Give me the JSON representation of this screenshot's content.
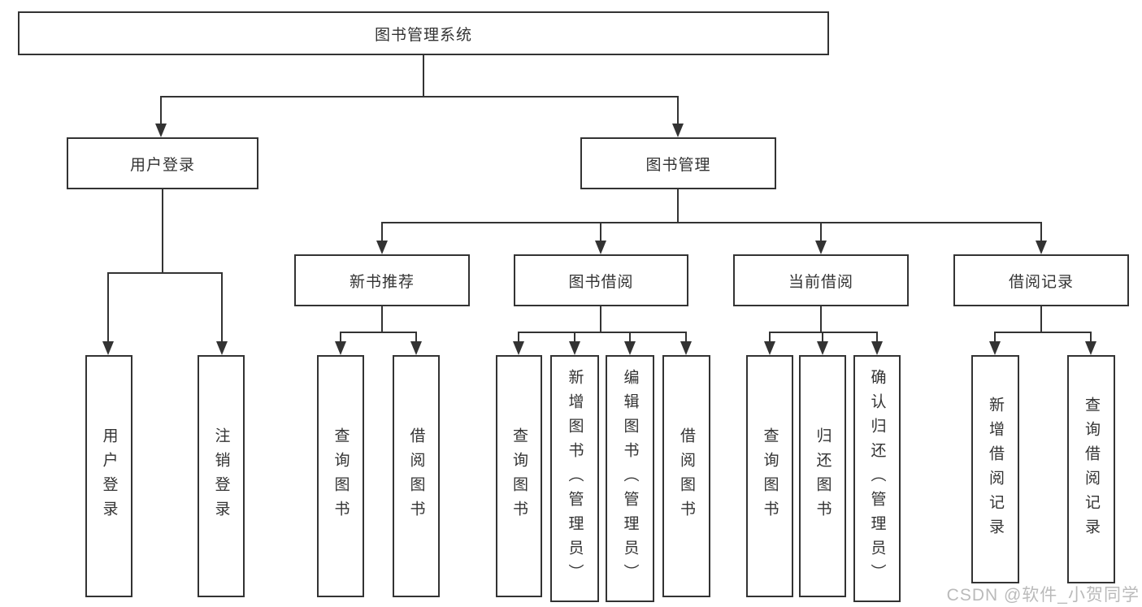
{
  "diagram": {
    "title": "图书管理系统",
    "type": "tree",
    "nodes": {
      "root": "图书管理系统",
      "user_login": "用户登录",
      "book_mgmt": "图书管理",
      "new_book_rec": "新书推荐",
      "book_borrow": "图书借阅",
      "current_borrow": "当前借阅",
      "borrow_records": "借阅记录",
      "leaf_user_login": "用户登录",
      "leaf_logout": "注销登录",
      "leaf_rec_query": "查询图书",
      "leaf_rec_borrow": "借阅图书",
      "leaf_bb_query": "查询图书",
      "leaf_bb_add": "新增图书（管理员）",
      "leaf_bb_edit": "编辑图书（管理员）",
      "leaf_bb_borrow": "借阅图书",
      "leaf_cb_query": "查询图书",
      "leaf_cb_return": "归还图书",
      "leaf_cb_confirm": "确认归还（管理员）",
      "leaf_br_add": "新增借阅记录",
      "leaf_br_query": "查询借阅记录"
    },
    "hierarchy": {
      "图书管理系统": {
        "用户登录": [
          "用户登录",
          "注销登录"
        ],
        "图书管理": {
          "新书推荐": [
            "查询图书",
            "借阅图书"
          ],
          "图书借阅": [
            "查询图书",
            "新增图书（管理员）",
            "编辑图书（管理员）",
            "借阅图书"
          ],
          "当前借阅": [
            "查询图书",
            "归还图书",
            "确认归还（管理员）"
          ],
          "借阅记录": [
            "新增借阅记录",
            "查询借阅记录"
          ]
        }
      }
    }
  },
  "watermark": {
    "text": "CSDN @软件_小贺同学",
    "color": "#b5b5b5"
  },
  "colors": {
    "line": "#333333",
    "text": "#333333",
    "background": "#ffffff",
    "box_background": "#ffffff"
  }
}
